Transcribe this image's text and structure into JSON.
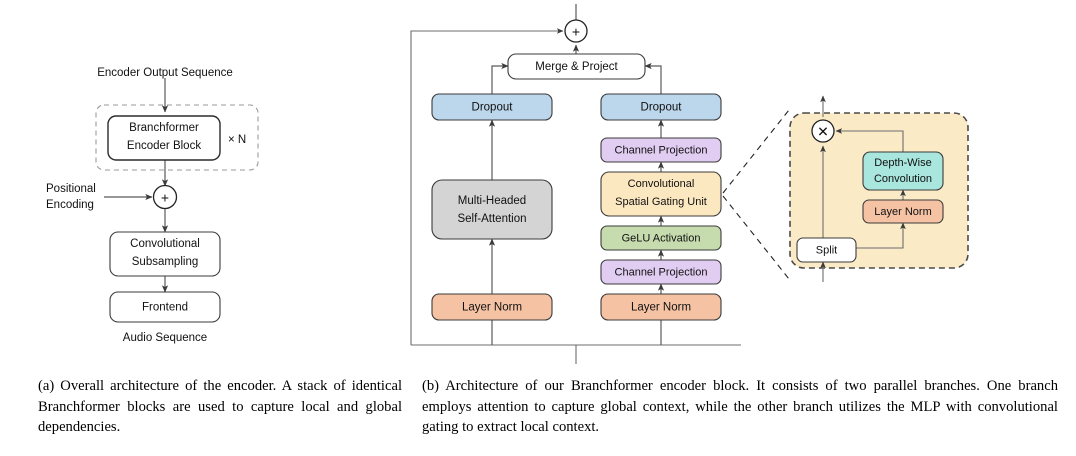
{
  "figure": {
    "panel_a": {
      "id": "a",
      "input_label": "Audio Sequence",
      "output_label": "Encoder Output Sequence",
      "positional_label_line1": "Positional",
      "positional_label_line2": "Encoding",
      "repeat_label": "× N",
      "add_node_glyph": "+",
      "blocks": [
        {
          "name": "frontend",
          "label": "Frontend",
          "fill": "#ffffff"
        },
        {
          "name": "conv-subsampling",
          "label_line1": "Convolutional",
          "label_line2": "Subsampling",
          "fill": "#ffffff"
        },
        {
          "name": "branchformer-encoder-block",
          "label_line1": "Branchformer",
          "label_line2": "Encoder Block",
          "fill": "#ffffff"
        }
      ]
    },
    "panel_b": {
      "id": "b",
      "add_node_glyph": "+",
      "merge_label": "Merge & Project",
      "left_branch": [
        {
          "name": "layer-norm-left",
          "label": "Layer Norm",
          "fill": "#f5c3a4"
        },
        {
          "name": "multi-headed-self-attention",
          "label_line1": "Multi-Headed",
          "label_line2": "Self-Attention",
          "fill": "#d4d4d4"
        },
        {
          "name": "dropout-left",
          "label": "Dropout",
          "fill": "#bcd6ec"
        }
      ],
      "right_branch": [
        {
          "name": "layer-norm-right",
          "label": "Layer Norm",
          "fill": "#f5c3a4"
        },
        {
          "name": "channel-projection-lower",
          "label": "Channel Projection",
          "fill": "#e2cdf2"
        },
        {
          "name": "gelu-activation",
          "label": "GeLU Activation",
          "fill": "#c7dcae"
        },
        {
          "name": "conv-spatial-gating-unit",
          "label_line1": "Convolutional",
          "label_line2": "Spatial Gating Unit",
          "fill": "#fce8c0"
        },
        {
          "name": "channel-projection-upper",
          "label": "Channel Projection",
          "fill": "#e2cdf2"
        },
        {
          "name": "dropout-right",
          "label": "Dropout",
          "fill": "#bcd6ec"
        }
      ],
      "inset": {
        "name": "csgu-detail",
        "fill": "#fbeac6",
        "multiply_glyph": "✕",
        "blocks": [
          {
            "name": "split",
            "label": "Split",
            "fill": "#ffffff"
          },
          {
            "name": "layer-norm-inset",
            "label": "Layer Norm",
            "fill": "#f5c3a4"
          },
          {
            "name": "depth-wise-convolution",
            "label_line1": "Depth-Wise",
            "label_line2": "Convolution",
            "fill": "#a8e6de"
          }
        ]
      }
    }
  },
  "captions": {
    "a": "(a) Overall architecture of the encoder. A stack of identical Branchformer blocks are used to capture local and global dependencies.",
    "b": "(b) Architecture of our Branchformer encoder block. It consists of two parallel branches. One branch employs attention to capture global context, while the other branch utilizes the MLP with convolutional gating to extract local context."
  },
  "colors": {
    "dropout": "#bcd6ec",
    "channel_projection": "#e2cdf2",
    "gating_unit": "#fce8c0",
    "gelu": "#c7dcae",
    "layer_norm": "#f5c3a4",
    "attention": "#d4d4d4",
    "depthwise_conv": "#a8e6de",
    "plain": "#ffffff"
  }
}
